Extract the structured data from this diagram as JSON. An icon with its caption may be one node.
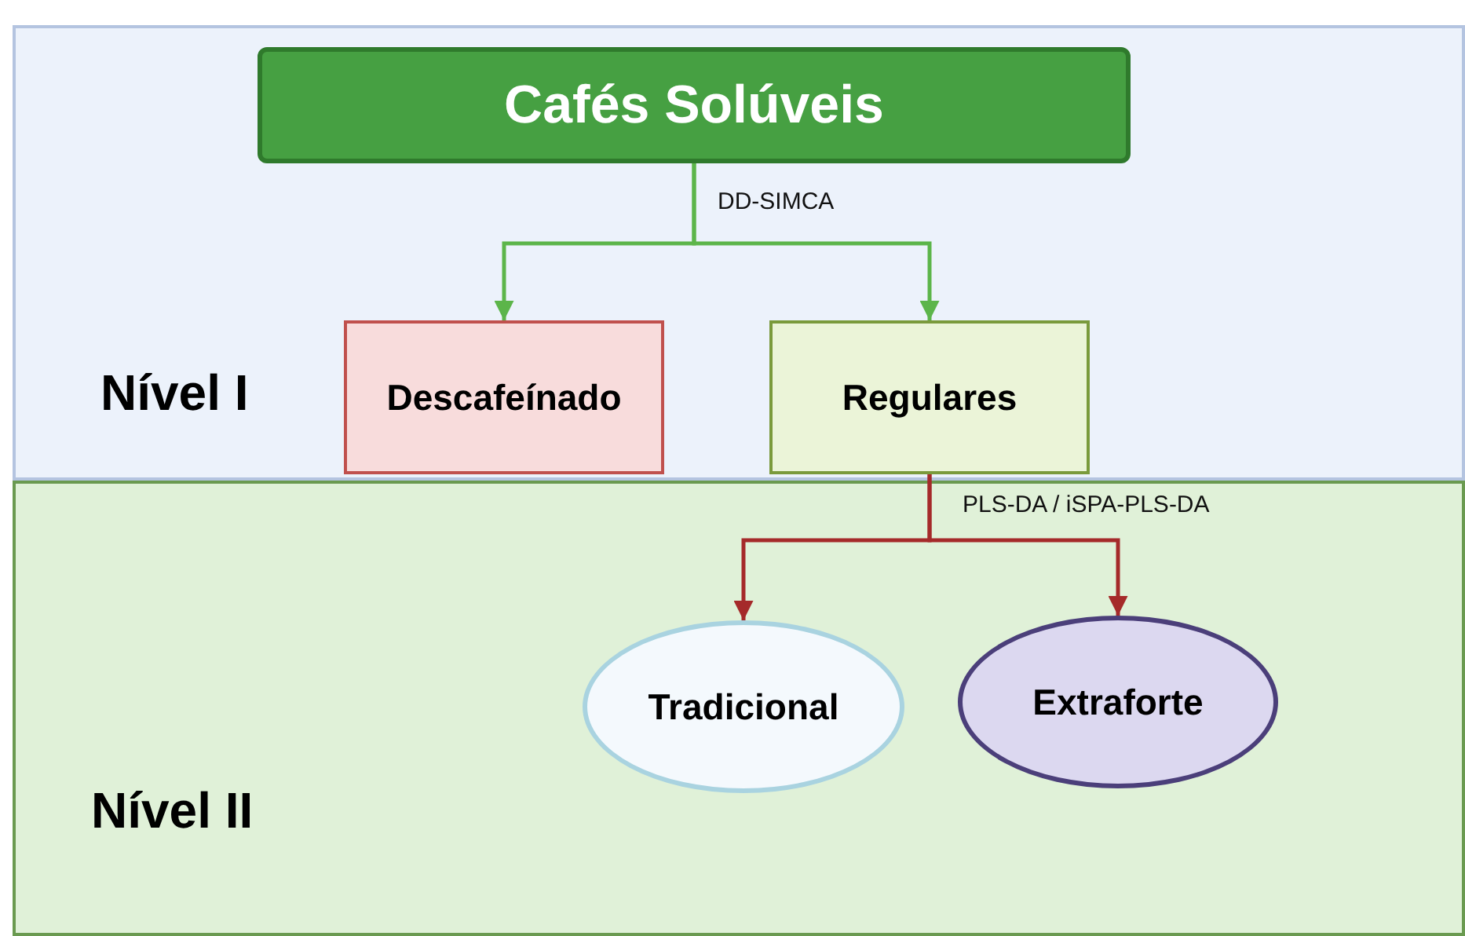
{
  "diagram": {
    "nodes": [
      {
        "text": [
          "Nível I"
        ]
      },
      {
        "text": [
          "Cafés Solúveis"
        ],
        "in": 0
      },
      {
        "text": [
          "Descafeínado"
        ],
        "in": 0
      },
      {
        "text": [
          "Regulares"
        ],
        "in": 0
      },
      {
        "text": [
          "Nível II"
        ]
      },
      {
        "text": [
          "Tradicional"
        ],
        "in": 4
      },
      {
        "text": [
          "Extraforte"
        ],
        "in": 4
      }
    ],
    "edges": [
      {
        "from": 1,
        "to": 2,
        "arrow": "to",
        "label": "DD-SIMCA",
        "color": "#5cb54a"
      },
      {
        "from": 1,
        "to": 3,
        "arrow": "to",
        "color": "#5cb54a"
      },
      {
        "from": 3,
        "to": 5,
        "arrow": "to",
        "label": "PLS-DA / iSPA-PLS-DA",
        "color": "#a52a2a"
      },
      {
        "from": 3,
        "to": 6,
        "arrow": "to",
        "color": "#a52a2a"
      }
    ]
  }
}
